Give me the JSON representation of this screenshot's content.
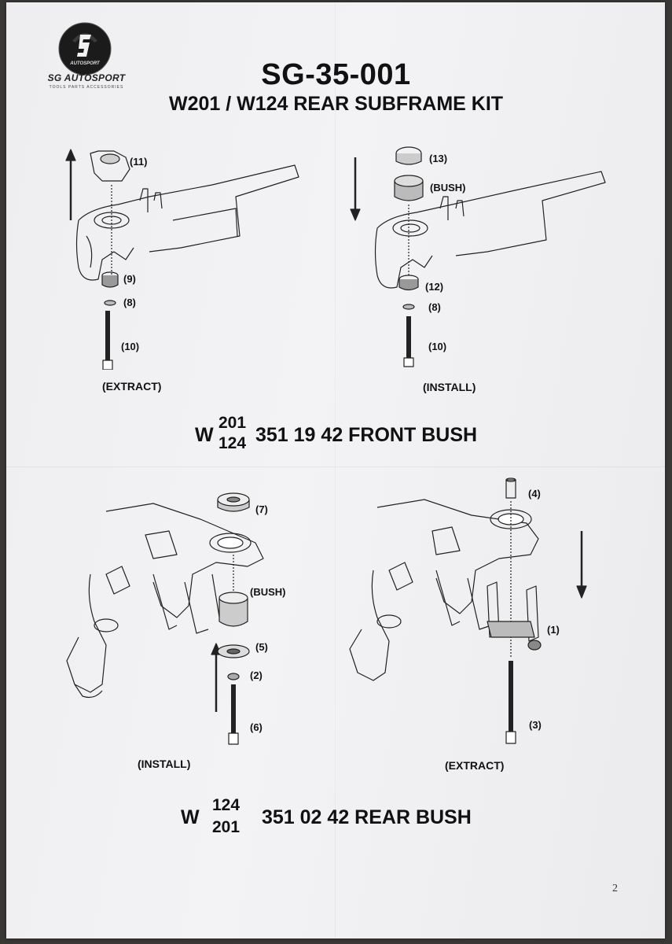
{
  "brand": {
    "name": "SG AUTOSPORT",
    "badge_text": "AUTOSPORT",
    "tagline": "TOOLS PARTS ACCESSORIES"
  },
  "document": {
    "code": "SG-35-001",
    "title": "W201 / W124 REAR SUBFRAME KIT",
    "page_number": "2"
  },
  "diagram_tl": {
    "labels": [
      "(11)",
      "(9)",
      "(8)",
      "(10)"
    ],
    "caption": "(EXTRACT)"
  },
  "diagram_tr": {
    "labels": [
      "(13)",
      "(BUSH)",
      "(12)",
      "(8)",
      "(10)"
    ],
    "caption": "(INSTALL)"
  },
  "front_bush": {
    "prefix": "W",
    "model_top": "201",
    "model_bottom": "124",
    "text": "351 19 42 FRONT BUSH"
  },
  "diagram_bl": {
    "labels": [
      "(7)",
      "(BUSH)",
      "(5)",
      "(2)",
      "(6)"
    ],
    "caption": "(INSTALL)"
  },
  "diagram_br": {
    "labels": [
      "(4)",
      "(1)",
      "(3)"
    ],
    "caption": "(EXTRACT)"
  },
  "rear_bush": {
    "prefix": "W",
    "model_top": "124",
    "model_bottom": "201",
    "text": "351 02 42 REAR BUSH"
  }
}
